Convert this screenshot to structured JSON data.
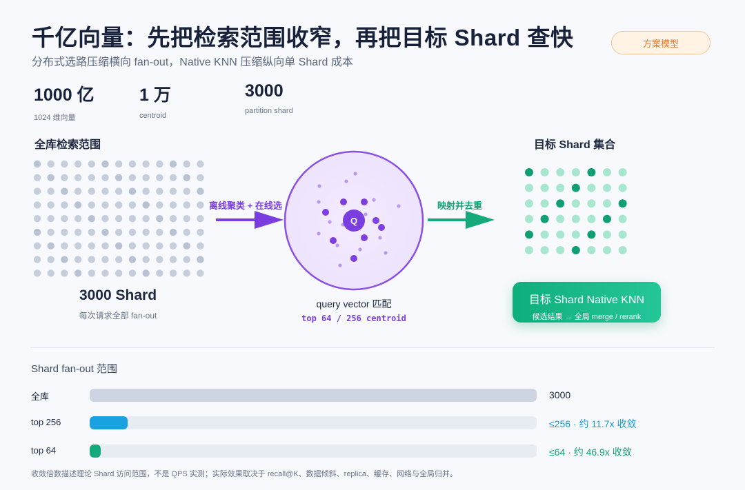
{
  "header": {
    "title": "千亿向量：先把检索范围收窄，再把目标 Shard 查快",
    "subtitle": "分布式选路压缩横向 fan-out，Native KNN 压缩纵向单 Shard 成本",
    "tag_label": "方案模型"
  },
  "stats": [
    {
      "value": "1000 亿",
      "label": "1024 维向量"
    },
    {
      "value": "1 万",
      "label": "centroid"
    },
    {
      "value": "3000",
      "label": "partition shard"
    }
  ],
  "diagram": {
    "left_title": "全库检索范围",
    "left_total": "3000 Shard",
    "left_sub": "每次请求全部 fan-out",
    "arrow1_label": "离线聚类 + 在线选",
    "center_node": "Q",
    "center_title": "query vector 匹配",
    "center_sub": "top 64 / 256 centroid",
    "arrow2_label": "映射并去重",
    "right_title": "目标 Shard 集合",
    "knn_title": "目标 Shard Native KNN",
    "knn_sub": "候选结果 → 全局 merge / rerank",
    "colors": {
      "gray_dot": "#c6cedb",
      "purple": "#7a3ee0",
      "green_dark": "#119e74",
      "green_light": "#a9e6cf"
    }
  },
  "fanout": {
    "heading": "Shard fan-out 范围",
    "rows": [
      {
        "label": "全库",
        "value": "3000",
        "fraction": 1.0,
        "color": "#cdd5e2",
        "text_color": "#1d2740"
      },
      {
        "label": "top 256",
        "value": "≤256 · 约 11.7x 收敛",
        "fraction": 0.0853,
        "color": "#1aa2e0",
        "text_color": "#1a9ad6"
      },
      {
        "label": "top 64",
        "value": "≤64 · 约 46.9x 收敛",
        "fraction": 0.0213,
        "color": "#16a97b",
        "text_color": "#13a273"
      }
    ]
  },
  "footnote": "收敛倍数描述理论 Shard 访问范围，不是 QPS 实测；实际效果取决于 recall@K、数据倾斜、replica、缓存、网络与全局归并。"
}
